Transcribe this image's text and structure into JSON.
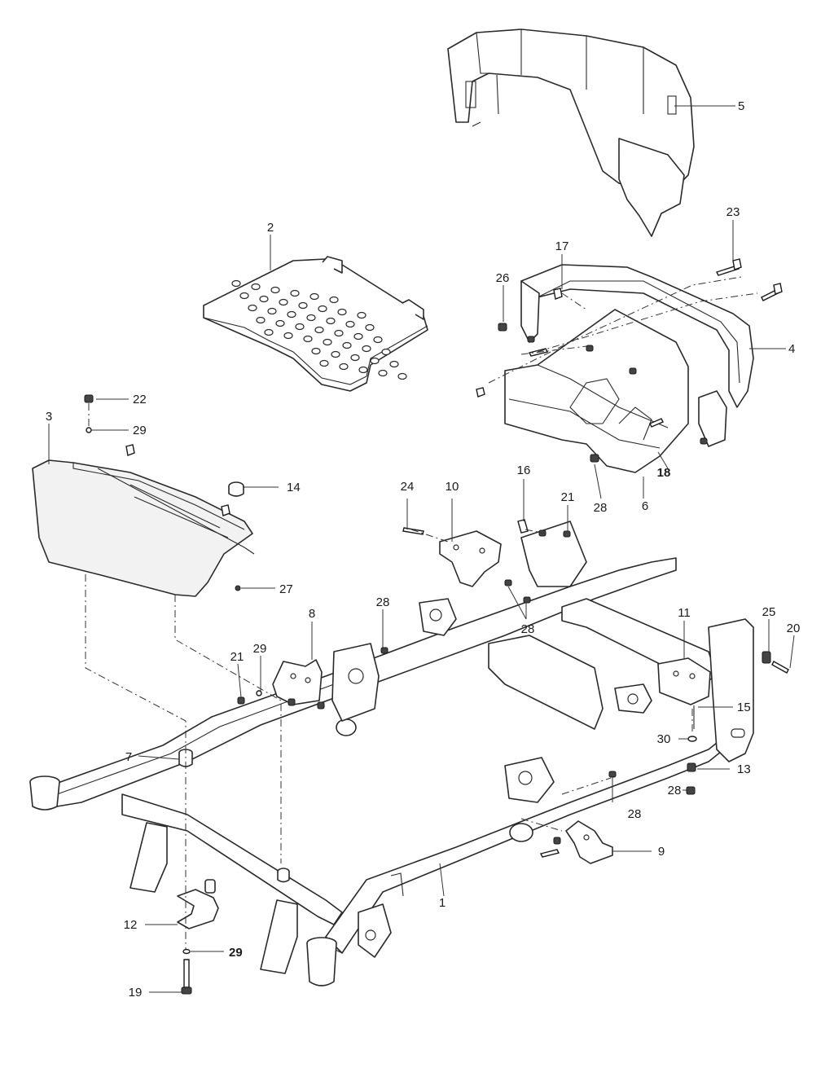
{
  "callouts": [
    {
      "id": "c1",
      "text": "1"
    },
    {
      "id": "c2",
      "text": "2"
    },
    {
      "id": "c3",
      "text": "3"
    },
    {
      "id": "c4",
      "text": "4"
    },
    {
      "id": "c5",
      "text": "5"
    },
    {
      "id": "c6",
      "text": "6"
    },
    {
      "id": "c7",
      "text": "7"
    },
    {
      "id": "c8",
      "text": "8"
    },
    {
      "id": "c9",
      "text": "9"
    },
    {
      "id": "c10",
      "text": "10"
    },
    {
      "id": "c11",
      "text": "11"
    },
    {
      "id": "c12",
      "text": "12"
    },
    {
      "id": "c13",
      "text": "13"
    },
    {
      "id": "c14",
      "text": "14"
    },
    {
      "id": "c15",
      "text": "15"
    },
    {
      "id": "c16",
      "text": "16"
    },
    {
      "id": "c17",
      "text": "17"
    },
    {
      "id": "c18",
      "text": "18"
    },
    {
      "id": "c19",
      "text": "19"
    },
    {
      "id": "c20",
      "text": "20"
    },
    {
      "id": "c21a",
      "text": "21"
    },
    {
      "id": "c21b",
      "text": "21"
    },
    {
      "id": "c22",
      "text": "22"
    },
    {
      "id": "c23",
      "text": "23"
    },
    {
      "id": "c24",
      "text": "24"
    },
    {
      "id": "c25",
      "text": "25"
    },
    {
      "id": "c26",
      "text": "26"
    },
    {
      "id": "c27",
      "text": "27"
    },
    {
      "id": "c28a",
      "text": "28"
    },
    {
      "id": "c28b",
      "text": "28"
    },
    {
      "id": "c28c",
      "text": "28"
    },
    {
      "id": "c28d",
      "text": "28"
    },
    {
      "id": "c28e",
      "text": "28"
    },
    {
      "id": "c29a",
      "text": "29"
    },
    {
      "id": "c29b",
      "text": "29"
    },
    {
      "id": "c29c",
      "text": "29"
    },
    {
      "id": "c30",
      "text": "30"
    }
  ]
}
